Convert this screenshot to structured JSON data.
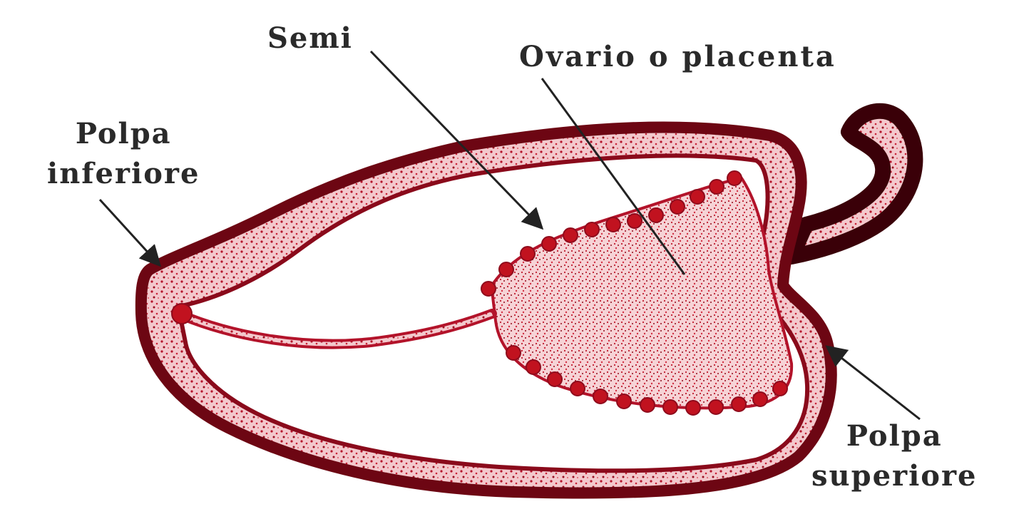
{
  "labels": {
    "semi": "Semi",
    "ovario": "Ovario o placenta",
    "polpa_inferiore_line1": "Polpa",
    "polpa_inferiore_line2": "inferiore",
    "polpa_superiore_line1": "Polpa",
    "polpa_superiore_line2": "superiore"
  },
  "colors": {
    "outline": "#7a0a16",
    "flesh": "#e7a4ab",
    "seed": "#c1121f",
    "placenta": "#f1c7cb",
    "arrow": "#222222"
  }
}
